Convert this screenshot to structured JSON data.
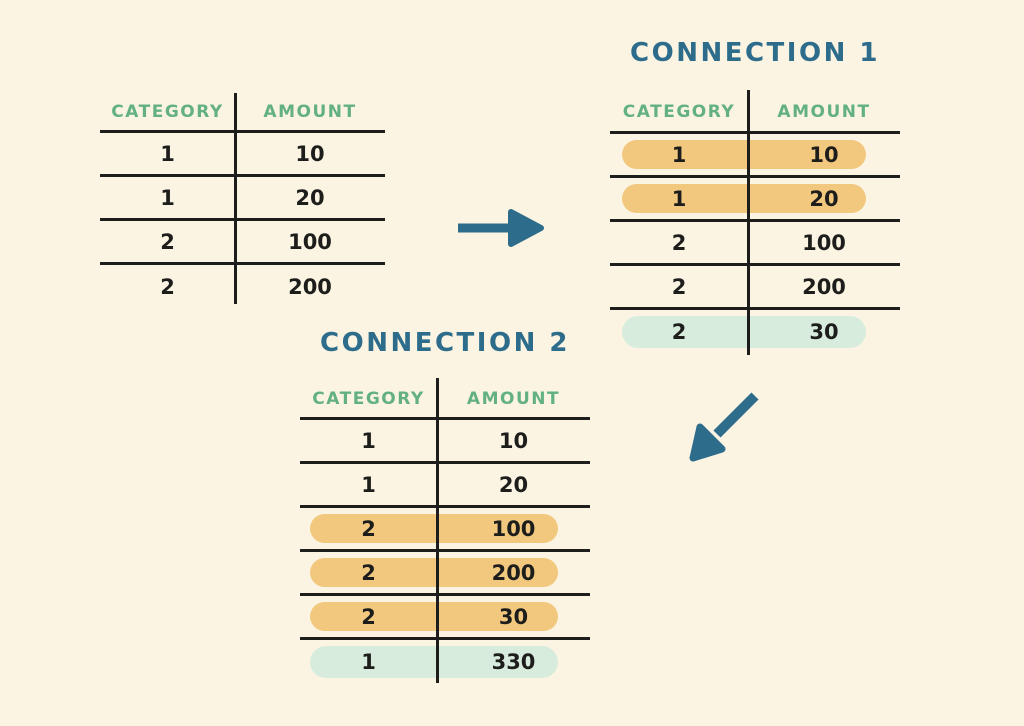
{
  "colors": {
    "background": "#fbf4e2",
    "line": "#1d1d1b",
    "header_green": "#63b183",
    "title_blue": "#2e6c8c",
    "arrow_blue": "#2e6c8c",
    "highlight_orange": "#f2c87f",
    "highlight_green": "#d8ecdd"
  },
  "source_table": {
    "headers": [
      "CATEGORY",
      "AMOUNT"
    ],
    "rows": [
      {
        "category": "1",
        "amount": "10",
        "highlight": "none"
      },
      {
        "category": "1",
        "amount": "20",
        "highlight": "none"
      },
      {
        "category": "2",
        "amount": "100",
        "highlight": "none"
      },
      {
        "category": "2",
        "amount": "200",
        "highlight": "none"
      }
    ]
  },
  "connection1": {
    "title": "CONNECTION 1",
    "headers": [
      "CATEGORY",
      "AMOUNT"
    ],
    "rows": [
      {
        "category": "1",
        "amount": "10",
        "highlight": "orange"
      },
      {
        "category": "1",
        "amount": "20",
        "highlight": "orange"
      },
      {
        "category": "2",
        "amount": "100",
        "highlight": "none"
      },
      {
        "category": "2",
        "amount": "200",
        "highlight": "none"
      },
      {
        "category": "2",
        "amount": "30",
        "highlight": "green"
      }
    ]
  },
  "connection2": {
    "title": "CONNECTION 2",
    "headers": [
      "CATEGORY",
      "AMOUNT"
    ],
    "rows": [
      {
        "category": "1",
        "amount": "10",
        "highlight": "none"
      },
      {
        "category": "1",
        "amount": "20",
        "highlight": "none"
      },
      {
        "category": "2",
        "amount": "100",
        "highlight": "orange"
      },
      {
        "category": "2",
        "amount": "200",
        "highlight": "orange"
      },
      {
        "category": "2",
        "amount": "30",
        "highlight": "orange"
      },
      {
        "category": "1",
        "amount": "330",
        "highlight": "green"
      }
    ]
  }
}
